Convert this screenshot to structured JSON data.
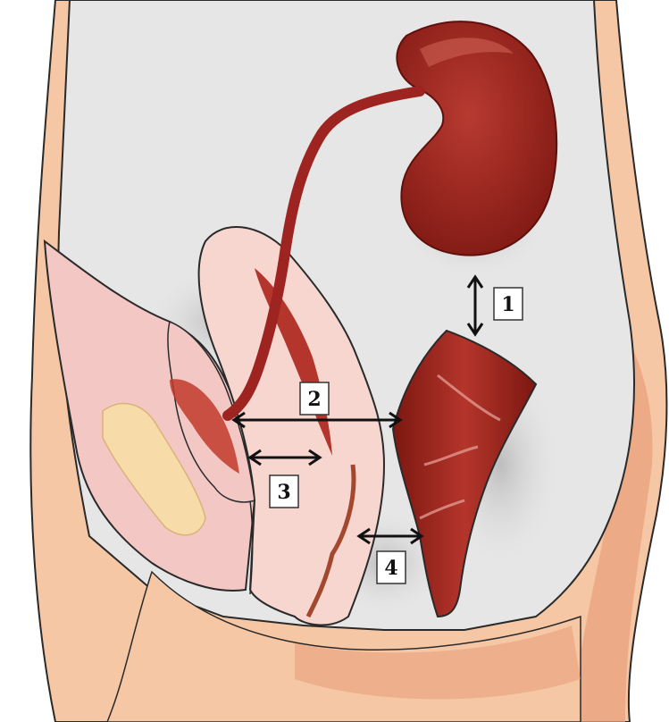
{
  "figure": {
    "labels": [
      {
        "id": "1",
        "text": "1"
      },
      {
        "id": "2",
        "text": "2"
      },
      {
        "id": "3",
        "text": "3"
      },
      {
        "id": "4",
        "text": "4"
      }
    ],
    "colors": {
      "skin": "#f6c7a4",
      "skin_shadow": "#eaa07d",
      "cavity": "#e6e6e6",
      "kidney": "#97211b",
      "ureter": "#9d2420",
      "bladder": "#f3c7c4",
      "uterus": "#f6d6cf",
      "rectum": "#a3271e",
      "outline": "#2a2a2a",
      "label_box": "#ffffff"
    }
  }
}
